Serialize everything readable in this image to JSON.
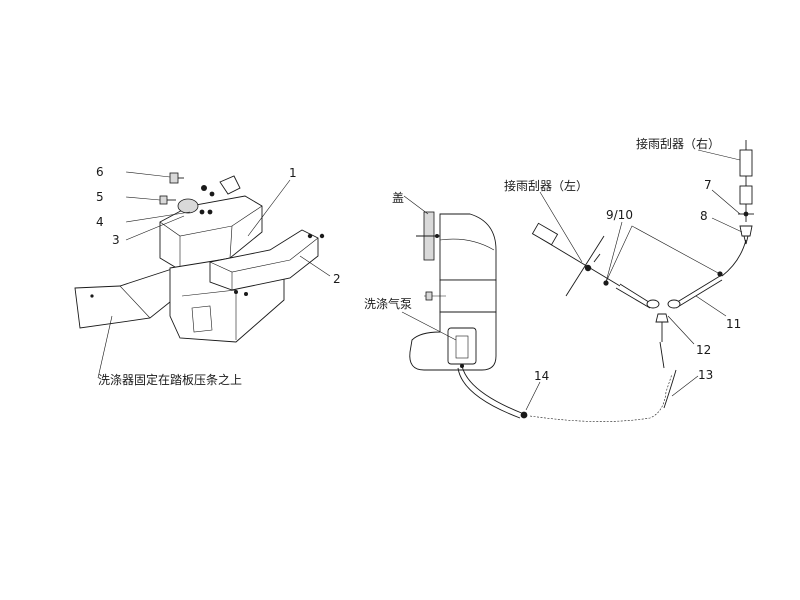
{
  "left_assembly": {
    "callouts": [
      "1",
      "2",
      "3",
      "4",
      "5",
      "6"
    ],
    "note": "洗涤器固定在踏板压条之上"
  },
  "right_assembly": {
    "cover_label": "盖",
    "pump_label": "洗涤气泵",
    "wiper_left_label": "接雨刮器（左）",
    "wiper_right_label": "接雨刮器（右）",
    "callouts": [
      "7",
      "8",
      "9/10",
      "11",
      "12",
      "13",
      "14"
    ]
  }
}
